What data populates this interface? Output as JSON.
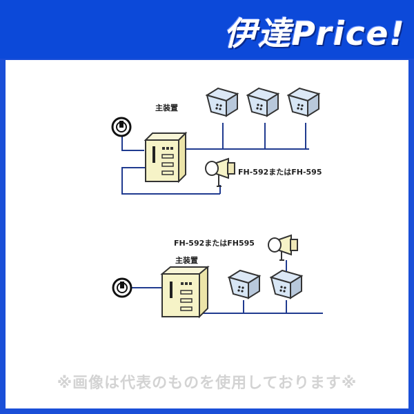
{
  "header": {
    "brand": "伊達Price!"
  },
  "diagram_top": {
    "main_unit_label": "主装置",
    "loudspeaker_label": "FH-592またはFH-595"
  },
  "diagram_bottom": {
    "main_unit_label": "主装置",
    "loudspeaker_label": "FH-592またはFH595"
  },
  "footer": {
    "note": "※画像は代表のものを使用しております※"
  },
  "colors": {
    "header_blue": "#0c49d9",
    "line_navy": "#1f3a8f",
    "device_fill": "#f6f3c7",
    "device_outline": "#333333",
    "phone_fill": "#d7e6f5",
    "note_gray": "#d3d3d3"
  }
}
